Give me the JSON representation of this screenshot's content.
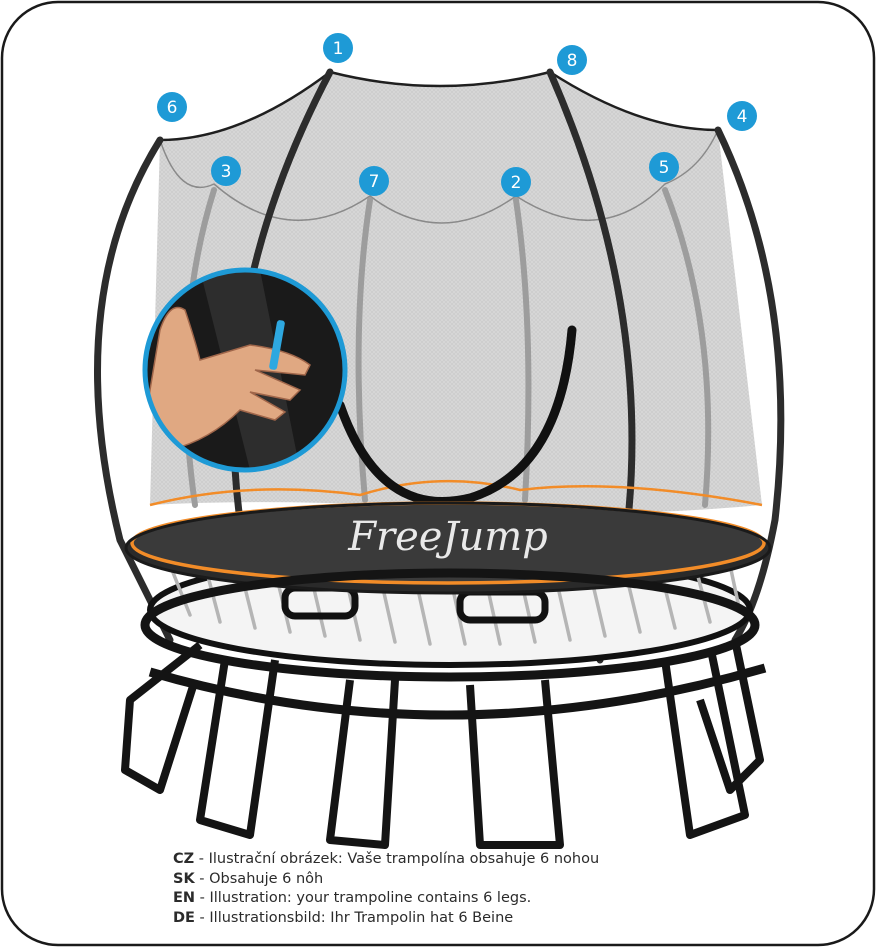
{
  "badges": [
    {
      "label": "1",
      "color": "#1e9ad6"
    },
    {
      "label": "2",
      "color": "#1e9ad6"
    },
    {
      "label": "3",
      "color": "#1e9ad6"
    },
    {
      "label": "4",
      "color": "#1e9ad6"
    },
    {
      "label": "5",
      "color": "#1e9ad6"
    },
    {
      "label": "6",
      "color": "#1e9ad6"
    },
    {
      "label": "7",
      "color": "#1e9ad6"
    },
    {
      "label": "8",
      "color": "#1e9ad6"
    }
  ],
  "brand": "FreeJump",
  "caption": [
    {
      "code": "CZ",
      "text": " - Ilustrační obrázek: Vaše trampolína obsahuje 6 nohou"
    },
    {
      "code": "SK",
      "text": " - Obsahuje 6 nôh"
    },
    {
      "code": "EN",
      "text": " - Illustration: your trampoline contains 6 legs."
    },
    {
      "code": "DE",
      "text": " - Illustrationsbild: Ihr Trampolin hat 6 Beine"
    }
  ],
  "colors": {
    "accent_blue": "#1e9ad6",
    "pad_orange": "#f28c28",
    "frame_dark": "#1a1a1a",
    "net_grey": "#d7d7d7"
  }
}
